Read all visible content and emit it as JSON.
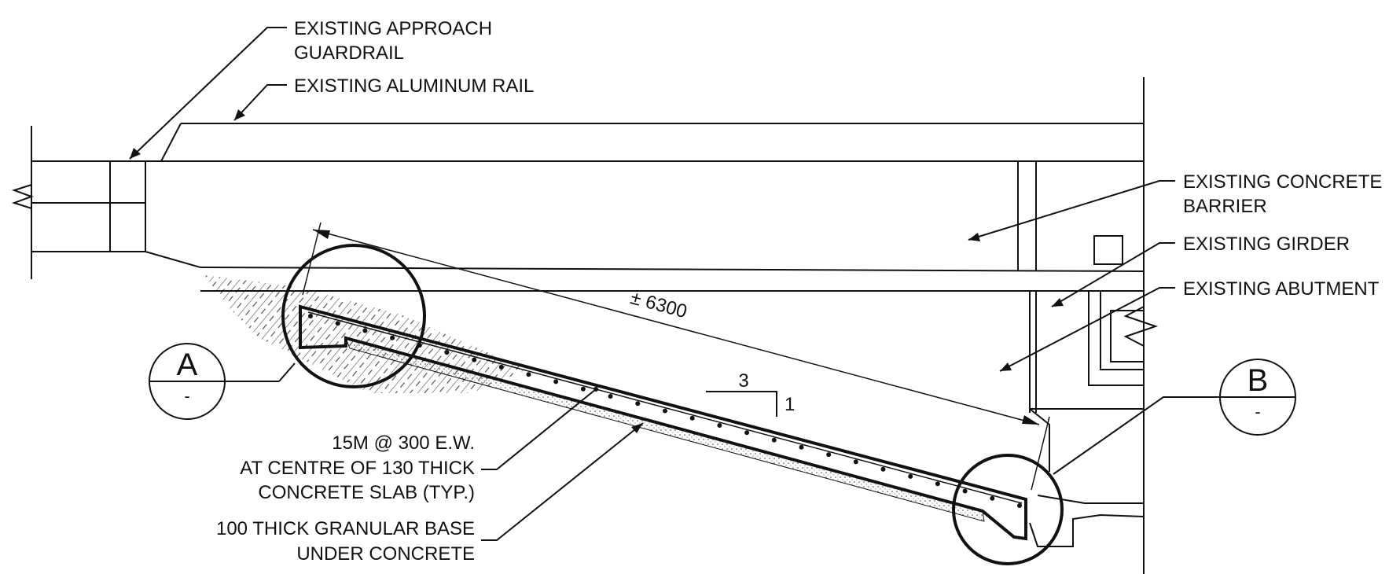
{
  "callouts": {
    "approach_guardrail": [
      "EXISTING APPROACH",
      "GUARDRAIL"
    ],
    "aluminum_rail": "EXISTING ALUMINUM RAIL",
    "concrete_barrier": [
      "EXISTING CONCRETE",
      "BARRIER"
    ],
    "girder": "EXISTING GIRDER",
    "abutment": "EXISTING ABUTMENT",
    "slab_reinforcement": [
      "15M @ 300 E.W.",
      "AT CENTRE OF 130 THICK",
      "CONCRETE SLAB (TYP.)"
    ],
    "granular_base": [
      "100 THICK GRANULAR BASE",
      "UNDER CONCRETE"
    ]
  },
  "dimension": {
    "length": "± 6300"
  },
  "slope": {
    "run": "3",
    "rise": "1"
  },
  "detail_markers": [
    {
      "letter": "A",
      "sheet": "-"
    },
    {
      "letter": "B",
      "sheet": "-"
    }
  ],
  "colors": {
    "linework": "#111111",
    "background": "#ffffff"
  }
}
